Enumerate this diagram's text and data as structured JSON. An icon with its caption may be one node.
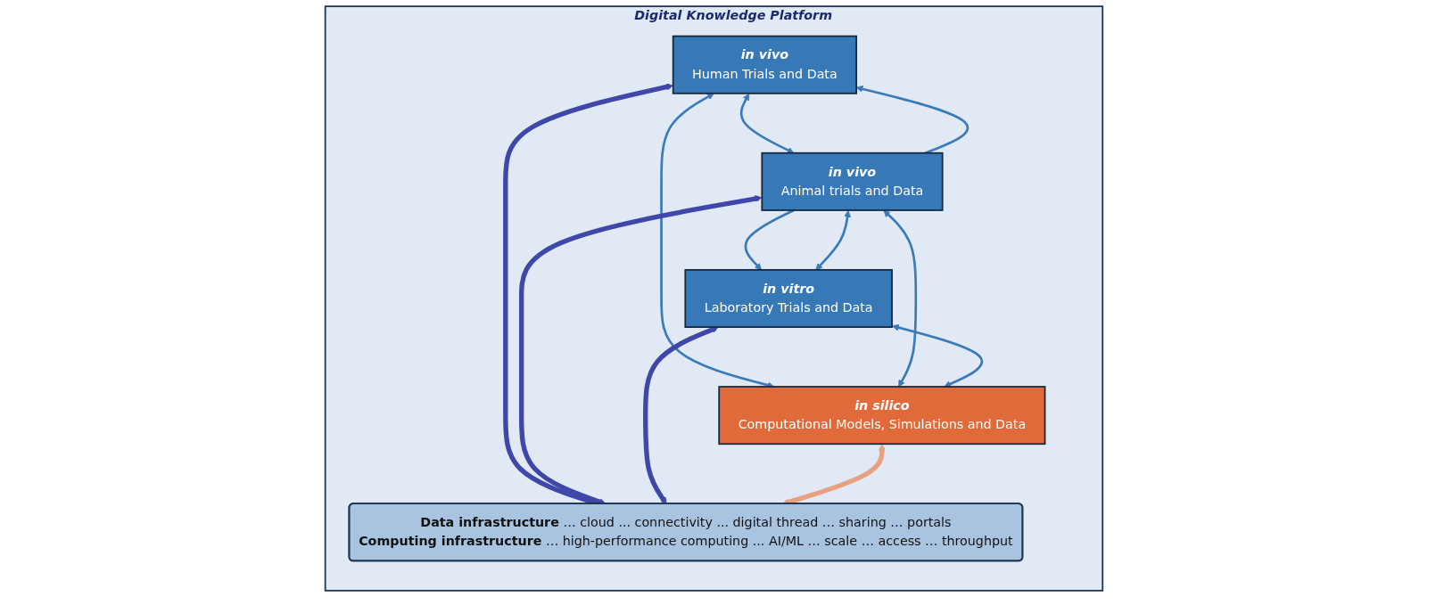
{
  "diagram": {
    "nodes": [
      {
        "text": [
          "Digital Knowledge Platform"
        ]
      },
      {
        "text": [
          "in vivo",
          "Human Trials and Data"
        ],
        "in": 0
      },
      {
        "text": [
          "in vivo",
          "Animal trials and Data"
        ],
        "in": 0
      },
      {
        "text": [
          "in vitro",
          "Laboratory Trials and Data"
        ],
        "in": 0
      },
      {
        "text": [
          "in silico",
          "Computational Models, Simulations and Data"
        ],
        "in": 0
      },
      {
        "text": [
          "**Data infrastructure** … cloud ... connectivity ... digital thread … sharing … portals",
          "**Computing infrastructure** … high-performance computing ... AI/ML … scale … access … throughput"
        ],
        "in": 0
      }
    ],
    "edges": [
      {
        "from": 2,
        "to": 1,
        "arrow": "to"
      },
      {
        "from": 1,
        "to": 2,
        "arrow": "both"
      },
      {
        "from": 1,
        "to": 4,
        "arrow": "both"
      },
      {
        "from": 2,
        "to": 3,
        "arrow": "to"
      },
      {
        "from": 2,
        "to": 3,
        "arrow": "both"
      },
      {
        "from": 2,
        "to": 4,
        "arrow": "both"
      },
      {
        "from": 3,
        "to": 4,
        "arrow": "both"
      },
      {
        "from": 1,
        "to": 5,
        "arrow": "both",
        "style": "thick",
        "color": "#3f48a8"
      },
      {
        "from": 2,
        "to": 5,
        "arrow": "both",
        "style": "thick",
        "color": "#3f48a8"
      },
      {
        "from": 3,
        "to": 5,
        "arrow": "both",
        "style": "thick",
        "color": "#3f48a8"
      },
      {
        "from": 4,
        "to": 5,
        "arrow": "both",
        "style": "thick",
        "color": "#e8a081"
      }
    ]
  }
}
